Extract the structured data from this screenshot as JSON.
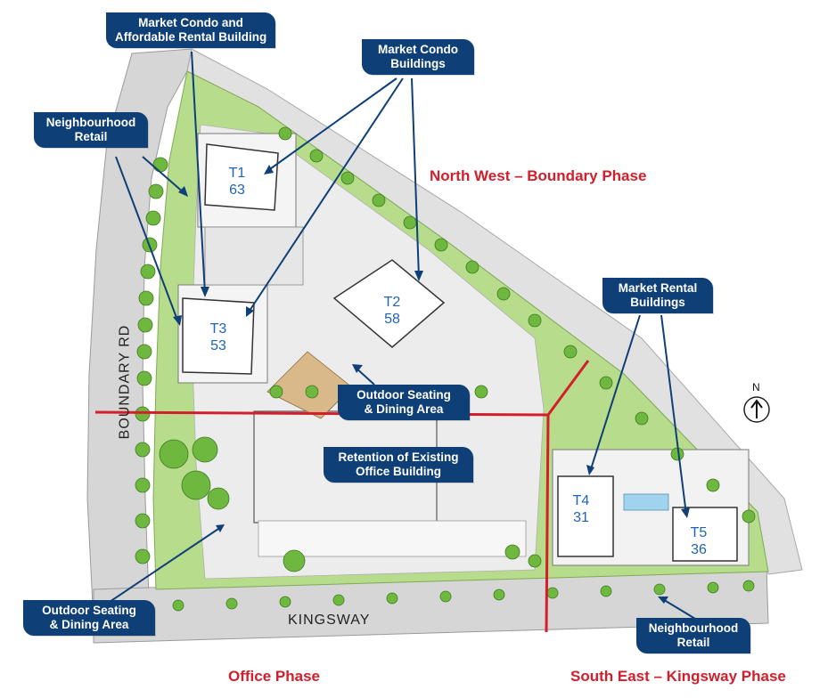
{
  "callouts": {
    "market_condo_affordable": [
      "Market Condo and",
      "Affordable Rental Building"
    ],
    "market_condo_buildings": [
      "Market Condo",
      "Buildings"
    ],
    "neighbourhood_retail_nw": [
      "Neighbourhood",
      "Retail"
    ],
    "market_rental_buildings": [
      "Market Rental",
      "Buildings"
    ],
    "outdoor_seating_center": [
      "Outdoor Seating",
      "& Dining Area"
    ],
    "retention_office": [
      "Retention of Existing",
      "Office Building"
    ],
    "outdoor_seating_sw": [
      "Outdoor Seating",
      "& Dining Area"
    ],
    "neighbourhood_retail_se": [
      "Neighbourhood",
      "Retail"
    ]
  },
  "phases": {
    "north_west": "North West – Boundary Phase",
    "office": "Office Phase",
    "south_east": "South East – Kingsway Phase"
  },
  "towers": [
    {
      "name": "T1",
      "value": "63"
    },
    {
      "name": "T2",
      "value": "58"
    },
    {
      "name": "T3",
      "value": "53"
    },
    {
      "name": "T4",
      "value": "31"
    },
    {
      "name": "T5",
      "value": "36"
    }
  ],
  "streets": {
    "boundary": "BOUNDARY RD",
    "kingsway": "KINGSWAY"
  },
  "north_arrow": "N",
  "colors": {
    "callout_blue": "#0f3f77",
    "phase_red": "#d21f2b",
    "phase_line": "#d21f2b",
    "tower_text": "#1f64b3",
    "grass": "#b7dc8c",
    "tree": "#6fb83f",
    "road": "#d6d6d6"
  }
}
